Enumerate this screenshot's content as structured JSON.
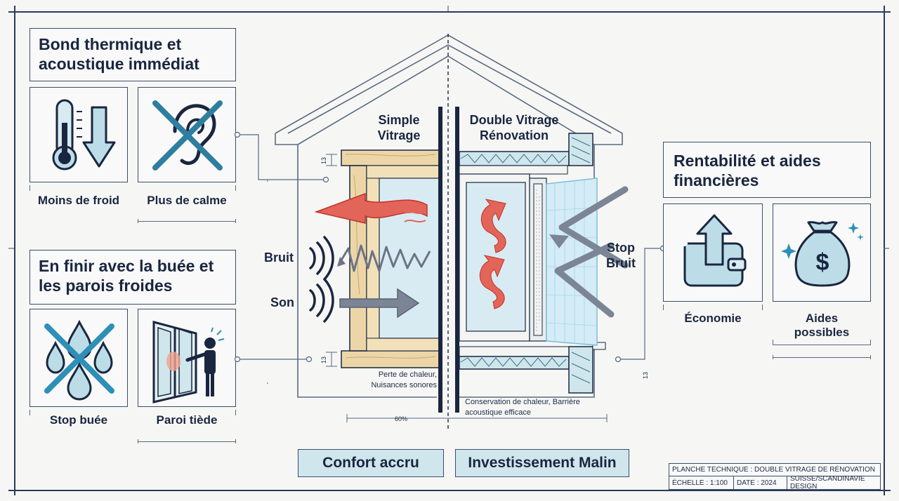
{
  "left_panel": {
    "title1": "Bond thermique et acoustique immédiat",
    "captions_top": [
      "Moins de froid",
      "Plus de calme"
    ],
    "title2": "En finir avec la buée et les parois froides",
    "captions_bottom": [
      "Stop buée",
      "Paroi tiède"
    ]
  },
  "right_panel": {
    "title": "Rentabilité et aides financières",
    "captions": [
      "Économie",
      "Aides possibles"
    ]
  },
  "diagram": {
    "left_label": "Simple Vitrage",
    "right_label": "Double Vitrage Rénovation",
    "noise_label": "Bruit",
    "sound_label": "Son",
    "stop_label": "Stop Bruit",
    "note_left": "Perte de chaleur, Nuisances sonores",
    "note_right": "Conservation de chaleur, Barrière acoustique efficace",
    "dim_label": "60%",
    "dim_small": "13"
  },
  "banners": {
    "left": "Confort accru",
    "right": "Investissement Malin"
  },
  "title_block": {
    "heading": "PLANCHE TECHNIQUE : DOUBLE VITRAGE DE RÉNOVATION",
    "scale": "ÉCHELLE : 1:100",
    "date": "DATE : 2024",
    "author": "SUISSE/SCANDINAVIE DESIGN"
  },
  "colors": {
    "ink": "#1a2640",
    "icon_fill": "#bcdde8",
    "accent_red": "#d9463f",
    "wood": "#e9d2a4",
    "banner": "#cfe6ec"
  }
}
